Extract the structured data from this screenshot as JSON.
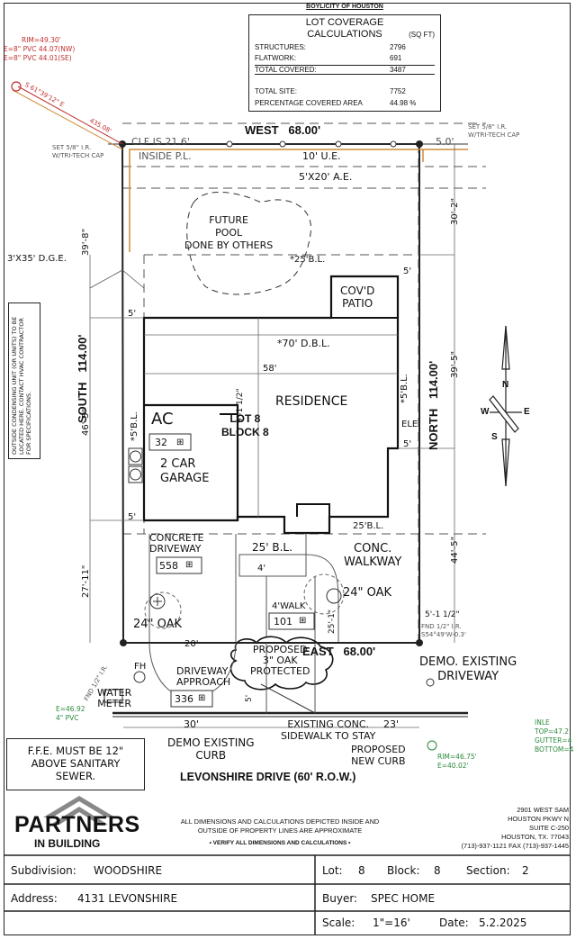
{
  "coverage": {
    "header": "BOYL/CITY OF HOUSTON",
    "title_line1": "LOT COVERAGE",
    "title_line2": "CALCULATIONS",
    "unit": "(SQ FT)",
    "rows": [
      {
        "label": "STRUCTURES:",
        "value": "2796"
      },
      {
        "label": "FLATWORK:",
        "value": "691"
      },
      {
        "label": "TOTAL COVERED:",
        "value": "3487"
      },
      {
        "label": "TOTAL SITE:",
        "value": "7752"
      },
      {
        "label": "PERCENTAGE COVERED AREA",
        "value": "44.98 %"
      }
    ]
  },
  "site": {
    "west_label": "WEST",
    "west_dim": "68.00'",
    "east_label": "EAST",
    "east_dim": "68.00'",
    "south_label": "SOUTH",
    "south_dim": "114.00'",
    "north_label": "NORTH",
    "north_dim": "114.00'",
    "clf": "CLF IS 21.6'",
    "inside_pl": "INSIDE P.L.",
    "five_ft": "5.0'",
    "ue": "10' U.E.",
    "ae": "5'X20' A.E.",
    "dge": "3'X35' D.G.E.",
    "pool": [
      "FUTURE",
      "POOL",
      "DONE BY OTHERS"
    ],
    "bl25_top": "*25'B.L.",
    "patio": [
      "COV'D",
      "PATIO"
    ],
    "dbl70": "*70' D.B.L.",
    "dim58": "58'",
    "residence": "RESIDENCE",
    "lot": "LOT 8",
    "block": "BLOCK 8",
    "ac": "AC",
    "ac_val": "32",
    "garage": [
      "2 CAR",
      "GARAGE"
    ],
    "bl5_south": "*5'B.L.",
    "bl5_north": "*5'B.L.",
    "ele": "ELE",
    "bl25_bottom": "25'B.L.",
    "bl25_front": "25' B.L.",
    "conc_drive": [
      "CONCRETE",
      "DRIVEWAY"
    ],
    "drive_val": "558",
    "conc_walk": [
      "CONC.",
      "WALKWAY"
    ],
    "walk4": "4'WALK",
    "walk_val": "101",
    "oak_right": "24\" OAK",
    "oak_left": "24\" OAK",
    "oak_proposed": [
      "PROPOSED",
      "3\" OAK",
      "PROTECTED"
    ],
    "approach": [
      "DRIVEWAY",
      "APPROACH"
    ],
    "approach_val": "336",
    "water_meter": [
      "WATER",
      "METER"
    ],
    "fh": "FH",
    "demo_existing": [
      "DEMO. EXISTING",
      "DRIVEWAY"
    ],
    "demo_curb": [
      "DEMO EXISTING",
      "CURB"
    ],
    "sidewalk": [
      "EXISTING CONC.",
      "SIDEWALK TO STAY"
    ],
    "new_curb": [
      "PROPOSED",
      "NEW CURB"
    ],
    "fnd_left": "FND 1/2\" I.R.",
    "fnd_right": [
      "FND 1/2\" I.R.",
      "S54°49'W-0.3'"
    ],
    "set_left": [
      "SET 5/8\" I.R.",
      "W/TRI-TECH CAP"
    ],
    "set_right": [
      "SET 5/8\" I.R.",
      "W/TRI-TECH CAP"
    ],
    "bearing": "S 61°39'12\" E",
    "bearing_dist": "435.08'",
    "rim_left": [
      "RIM=49.30'",
      "E=8\" PVC 44.07(NW)",
      "E=8\" PVC 44.01(SE)"
    ],
    "rim_bottom_left": [
      "E=46.92",
      "4\" PVC"
    ],
    "rim_bottom_right": [
      "RIM=46.75'",
      "E=40.02'"
    ],
    "inlet": [
      "INLE",
      "TOP=47.2",
      "GUTTER=4",
      "BOTTOM=4"
    ],
    "dims": {
      "d5a": "5'",
      "d5b": "5'",
      "d5c": "5'",
      "d5d": "5'",
      "d30_2": "30'-2\"",
      "d39_8": "39'-8\"",
      "d39_5": "39'-5\"",
      "d46_5": "46'-5\"",
      "d44_5": "44'-5\"",
      "d27_11": "27'-11\"",
      "d9_2": "9'-1 1/2\"",
      "d4": "4'",
      "d20": "20'",
      "d30": "30'",
      "d23": "23'",
      "d25_1": "25'-1\"",
      "d5_1": "5'-1 1/2\"",
      "d5_walk": "5'"
    },
    "side_note": "OUTSIDE CONDENSING UNIT (OR UNITS) TO BE LOCATED HERE. CONTACT HVAC CONTRACTOR FOR SPECIFICATIONS."
  },
  "street": "LEVONSHIRE DRIVE (60' R.O.W.)",
  "ffe_note": [
    "F.F.E. MUST BE 12\"",
    "ABOVE SANITARY",
    "SEWER."
  ],
  "logo": {
    "name": "PARTNERS",
    "sub": "IN BUILDING"
  },
  "disclaimer": [
    "ALL DIMENSIONS AND CALCULATIONS DEPICTED INSIDE AND",
    "OUTSIDE OF PROPERTY LINES ARE APPROXIMATE"
  ],
  "verify": "• VERIFY ALL DIMENSIONS AND CALCULATIONS •",
  "company_address": [
    "2901 WEST SAM",
    "HOUSTON PKWY N",
    "SUITE C-250",
    "HOUSTON, TX. 77043",
    "(713)-937-1121 FAX (713)-937-1445"
  ],
  "title_block": {
    "subdivision_label": "Subdivision:",
    "subdivision": "WOODSHIRE",
    "lot_label": "Lot:",
    "lot": "8",
    "block_label": "Block:",
    "block": "8",
    "section_label": "Section:",
    "section": "2",
    "address_label": "Address:",
    "address": "4131 LEVONSHIRE",
    "buyer_label": "Buyer:",
    "buyer": "SPEC HOME",
    "scale_label": "Scale:",
    "scale": "1\"=16'",
    "date_label": "Date:",
    "date": "5.2.2025"
  },
  "compass": {
    "n": "N",
    "s": "S",
    "e": "E",
    "w": "W"
  }
}
